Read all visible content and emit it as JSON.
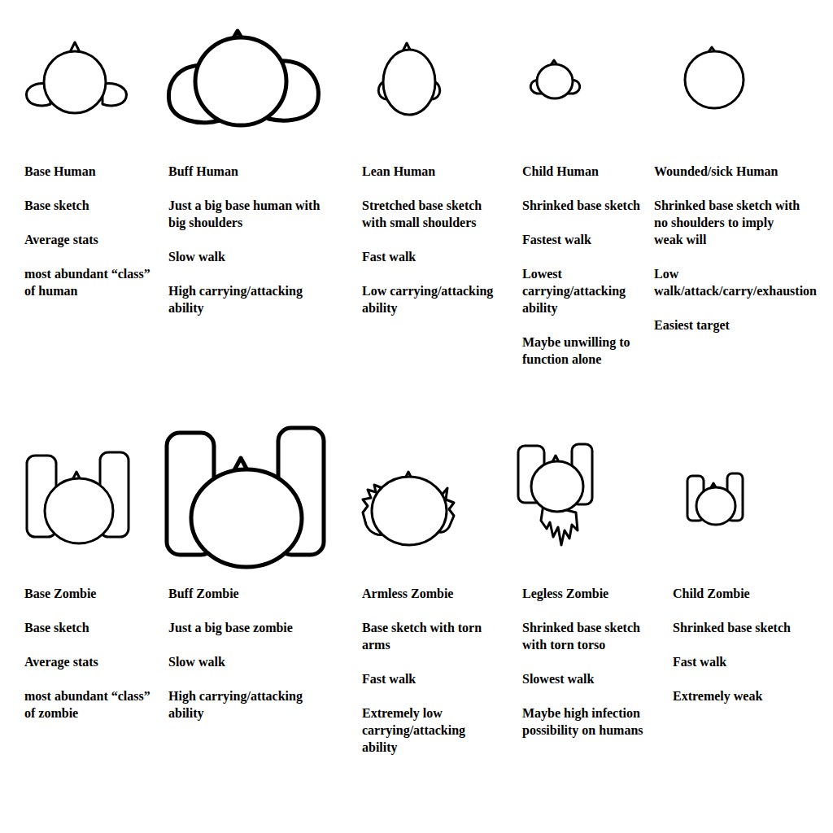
{
  "diagram": {
    "labels": [
      "Base Human",
      "Base sketch",
      "Average stats",
      "most abundant “class” of human",
      "Buff Human",
      "Just a big base human with big shoulders",
      "Slow walk",
      "High carrying/attacking ability",
      "Lean Human",
      "Stretched base sketch with small shoulders",
      "Fast walk",
      "Low carrying/attacking ability",
      "Child Human",
      "Shrinked base sketch",
      "Fastest walk",
      "Lowest carrying/attacking ability",
      "Maybe unwilling to function alone",
      "Wounded/sick Human",
      "Shrinked base sketch with no shoulders to imply weak will",
      "Low walk/attack/carry/exhaustion",
      "Easiest target",
      "Base Zombie",
      "Base sketch",
      "Average stats",
      "most abundant “class” of zombie",
      "Buff Zombie",
      "Just a big base zombie",
      "Slow walk",
      "High carrying/attacking ability",
      "Armless Zombie",
      "Base sketch with torn arms",
      "Fast walk",
      "Extremely low carrying/attacking ability",
      "Legless Zombie",
      "Shrinked base sketch with torn torso",
      "Slowest walk",
      "Maybe high infection possibility on humans",
      "Child Zombie",
      "Shrinked base sketch",
      "Fast walk",
      "Extremely weak"
    ]
  }
}
